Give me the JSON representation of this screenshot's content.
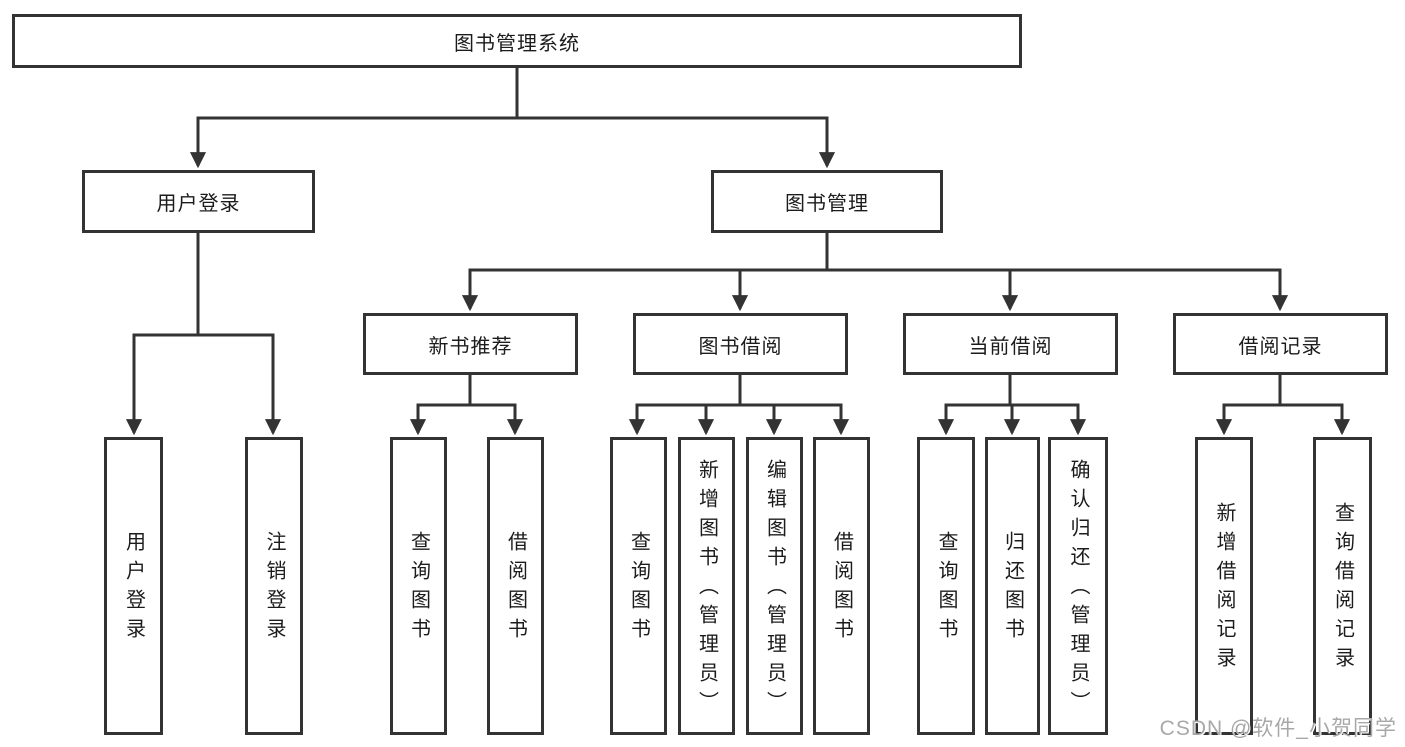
{
  "diagram": {
    "type": "hierarchy-tree",
    "colors": {
      "line": "#333333",
      "box_border": "#333333",
      "box_fill": "#ffffff",
      "text": "#1c1c1c",
      "watermark": "#a8a8a8",
      "background": "#ffffff"
    }
  },
  "tree": {
    "label": "图书管理系统",
    "children": [
      {
        "label": "用户登录",
        "children": [
          {
            "label": "用户登录"
          },
          {
            "label": "注销登录"
          }
        ]
      },
      {
        "label": "图书管理",
        "children": [
          {
            "label": "新书推荐",
            "children": [
              {
                "label": "查询图书"
              },
              {
                "label": "借阅图书"
              }
            ]
          },
          {
            "label": "图书借阅",
            "children": [
              {
                "label": "查询图书"
              },
              {
                "label": "新增图书（管理员）"
              },
              {
                "label": "编辑图书（管理员）"
              },
              {
                "label": "借阅图书"
              }
            ]
          },
          {
            "label": "当前借阅",
            "children": [
              {
                "label": "查询图书"
              },
              {
                "label": "归还图书"
              },
              {
                "label": "确认归还（管理员）"
              }
            ]
          },
          {
            "label": "借阅记录",
            "children": [
              {
                "label": "新增借阅记录"
              },
              {
                "label": "查询借阅记录"
              }
            ]
          }
        ]
      }
    ]
  },
  "watermark": {
    "text": "CSDN @软件_小贺同学"
  }
}
